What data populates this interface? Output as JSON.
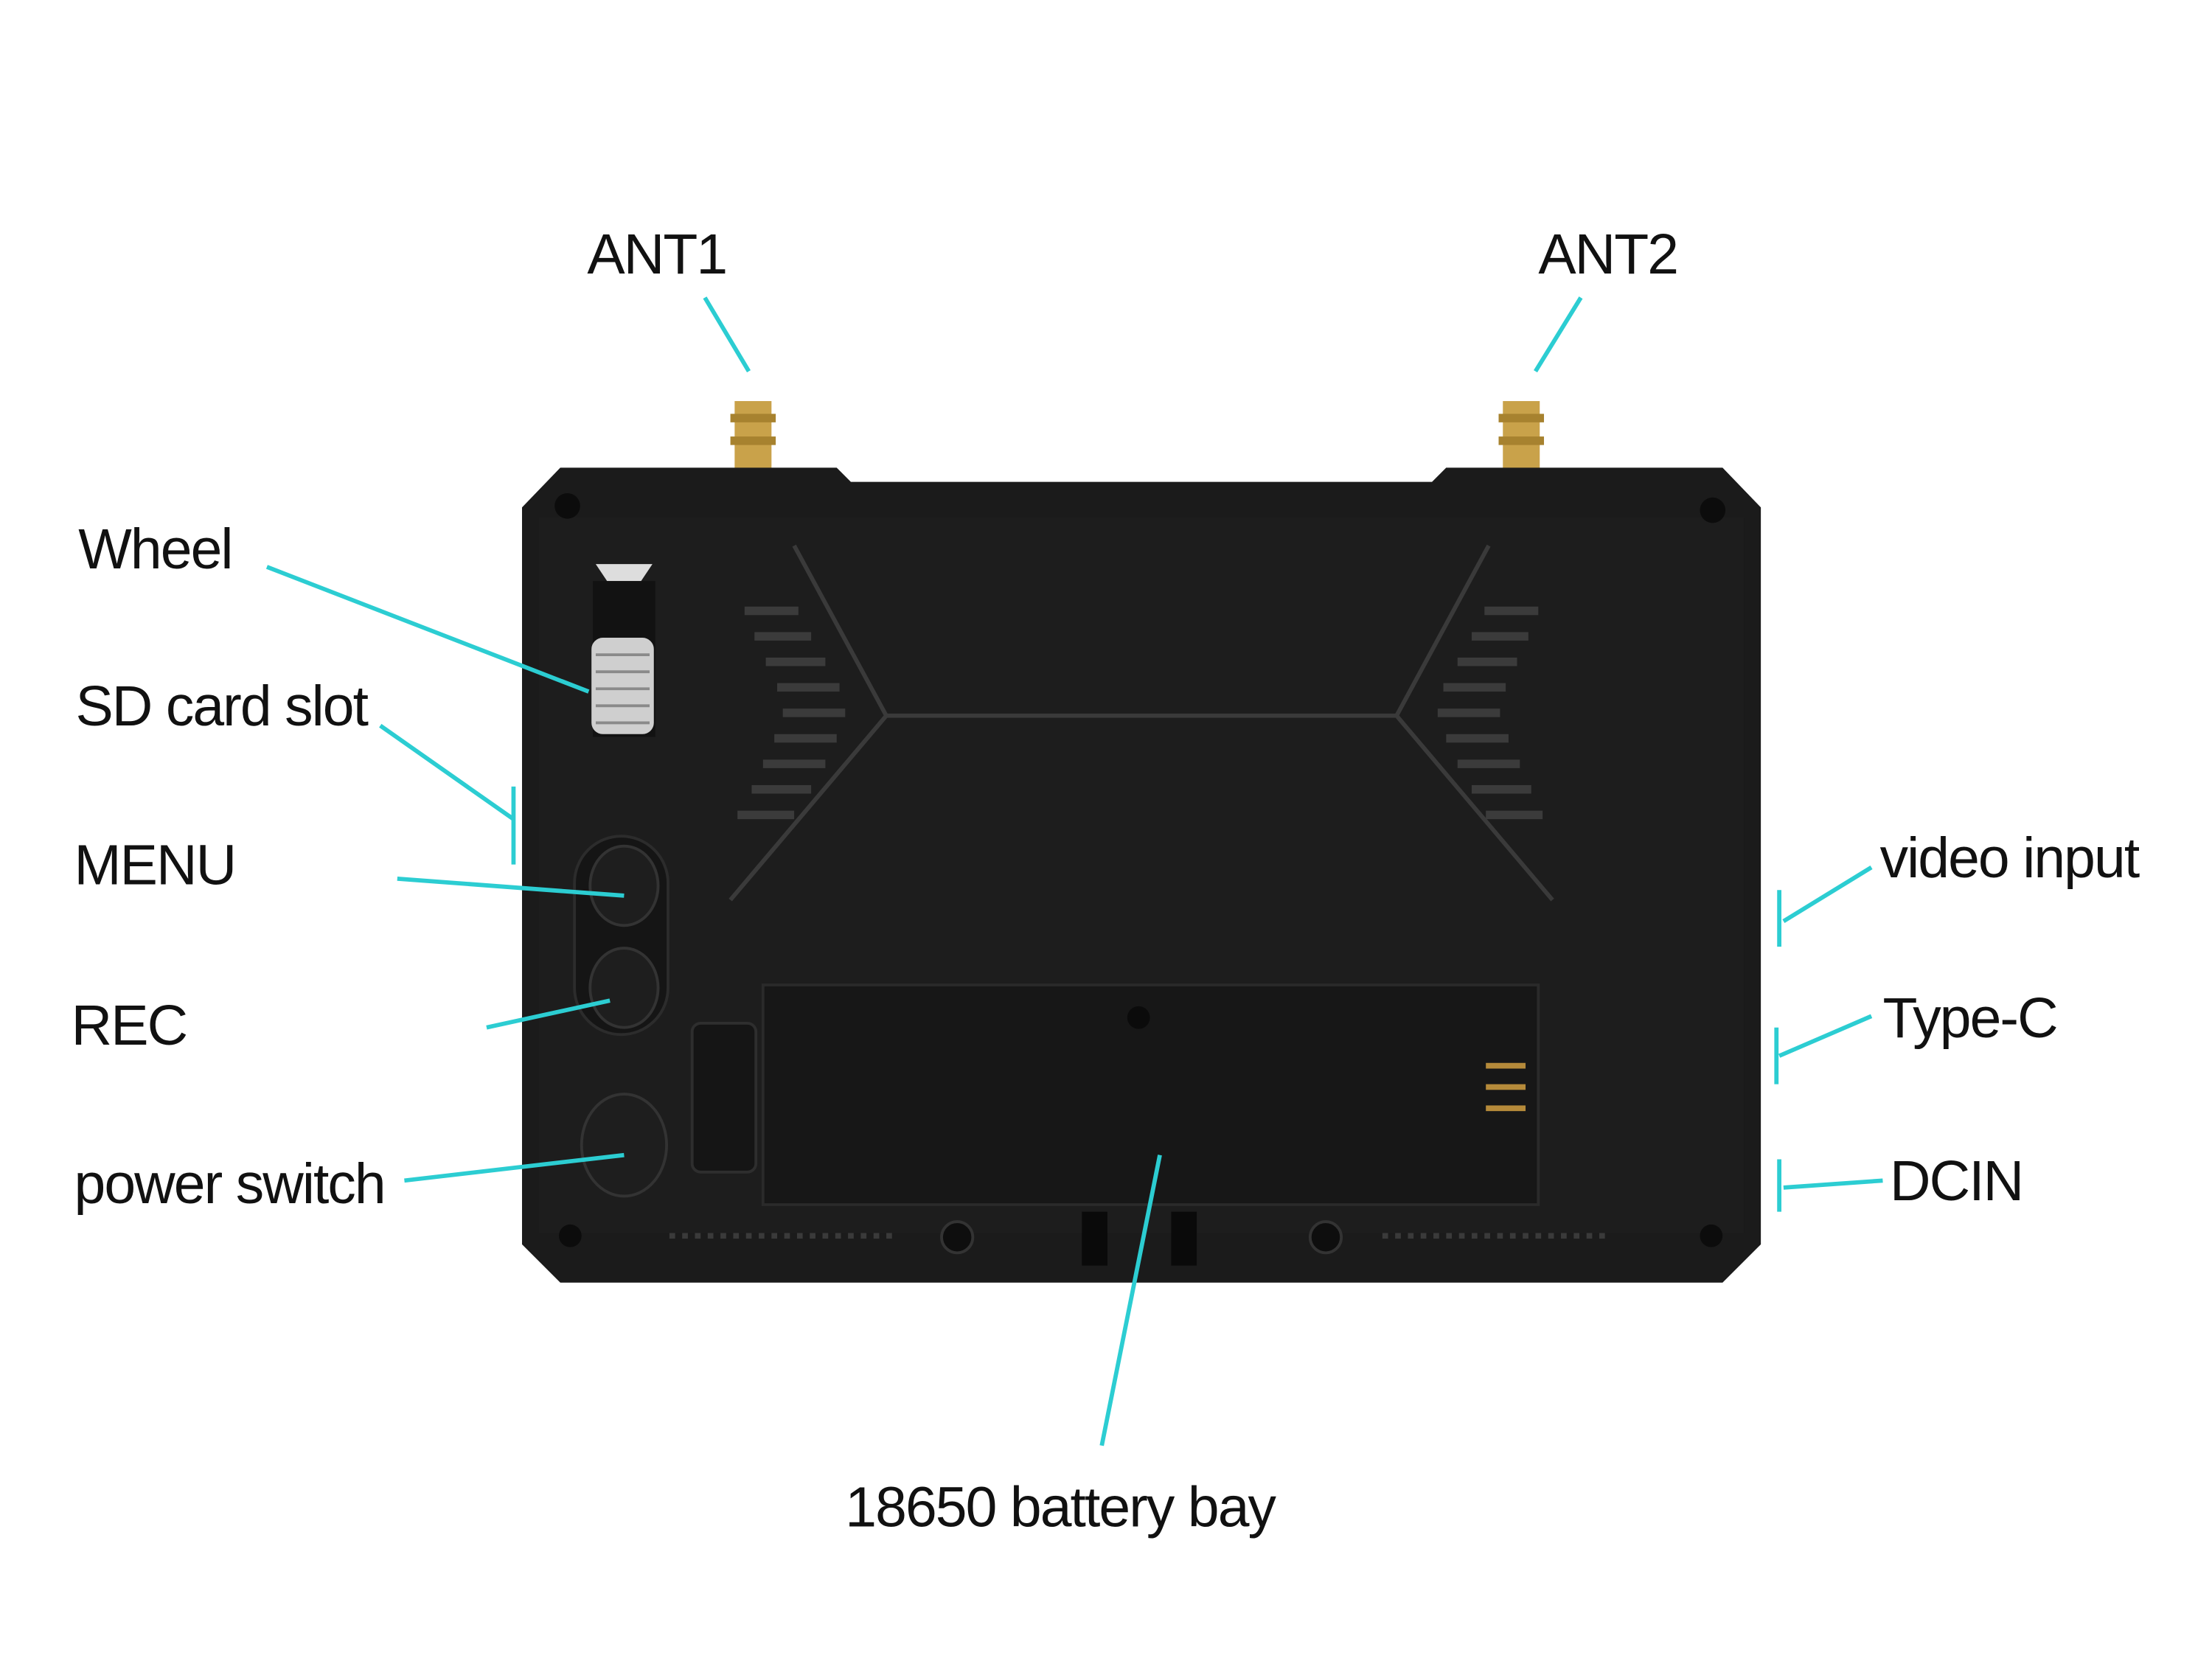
{
  "colors": {
    "leader": "#2ccdd2",
    "body": "#1b1b1b",
    "antenna": "#c9a24a"
  },
  "labels": {
    "ant1": "ANT1",
    "ant2": "ANT2",
    "wheel": "Wheel",
    "sd_card_slot": "SD card slot",
    "menu": "MENU",
    "rec": "REC",
    "power_switch": "power switch",
    "video_input": "video input",
    "type_c": "Type-C",
    "dcin": "DCIN",
    "battery_bay": "18650 battery bay"
  }
}
